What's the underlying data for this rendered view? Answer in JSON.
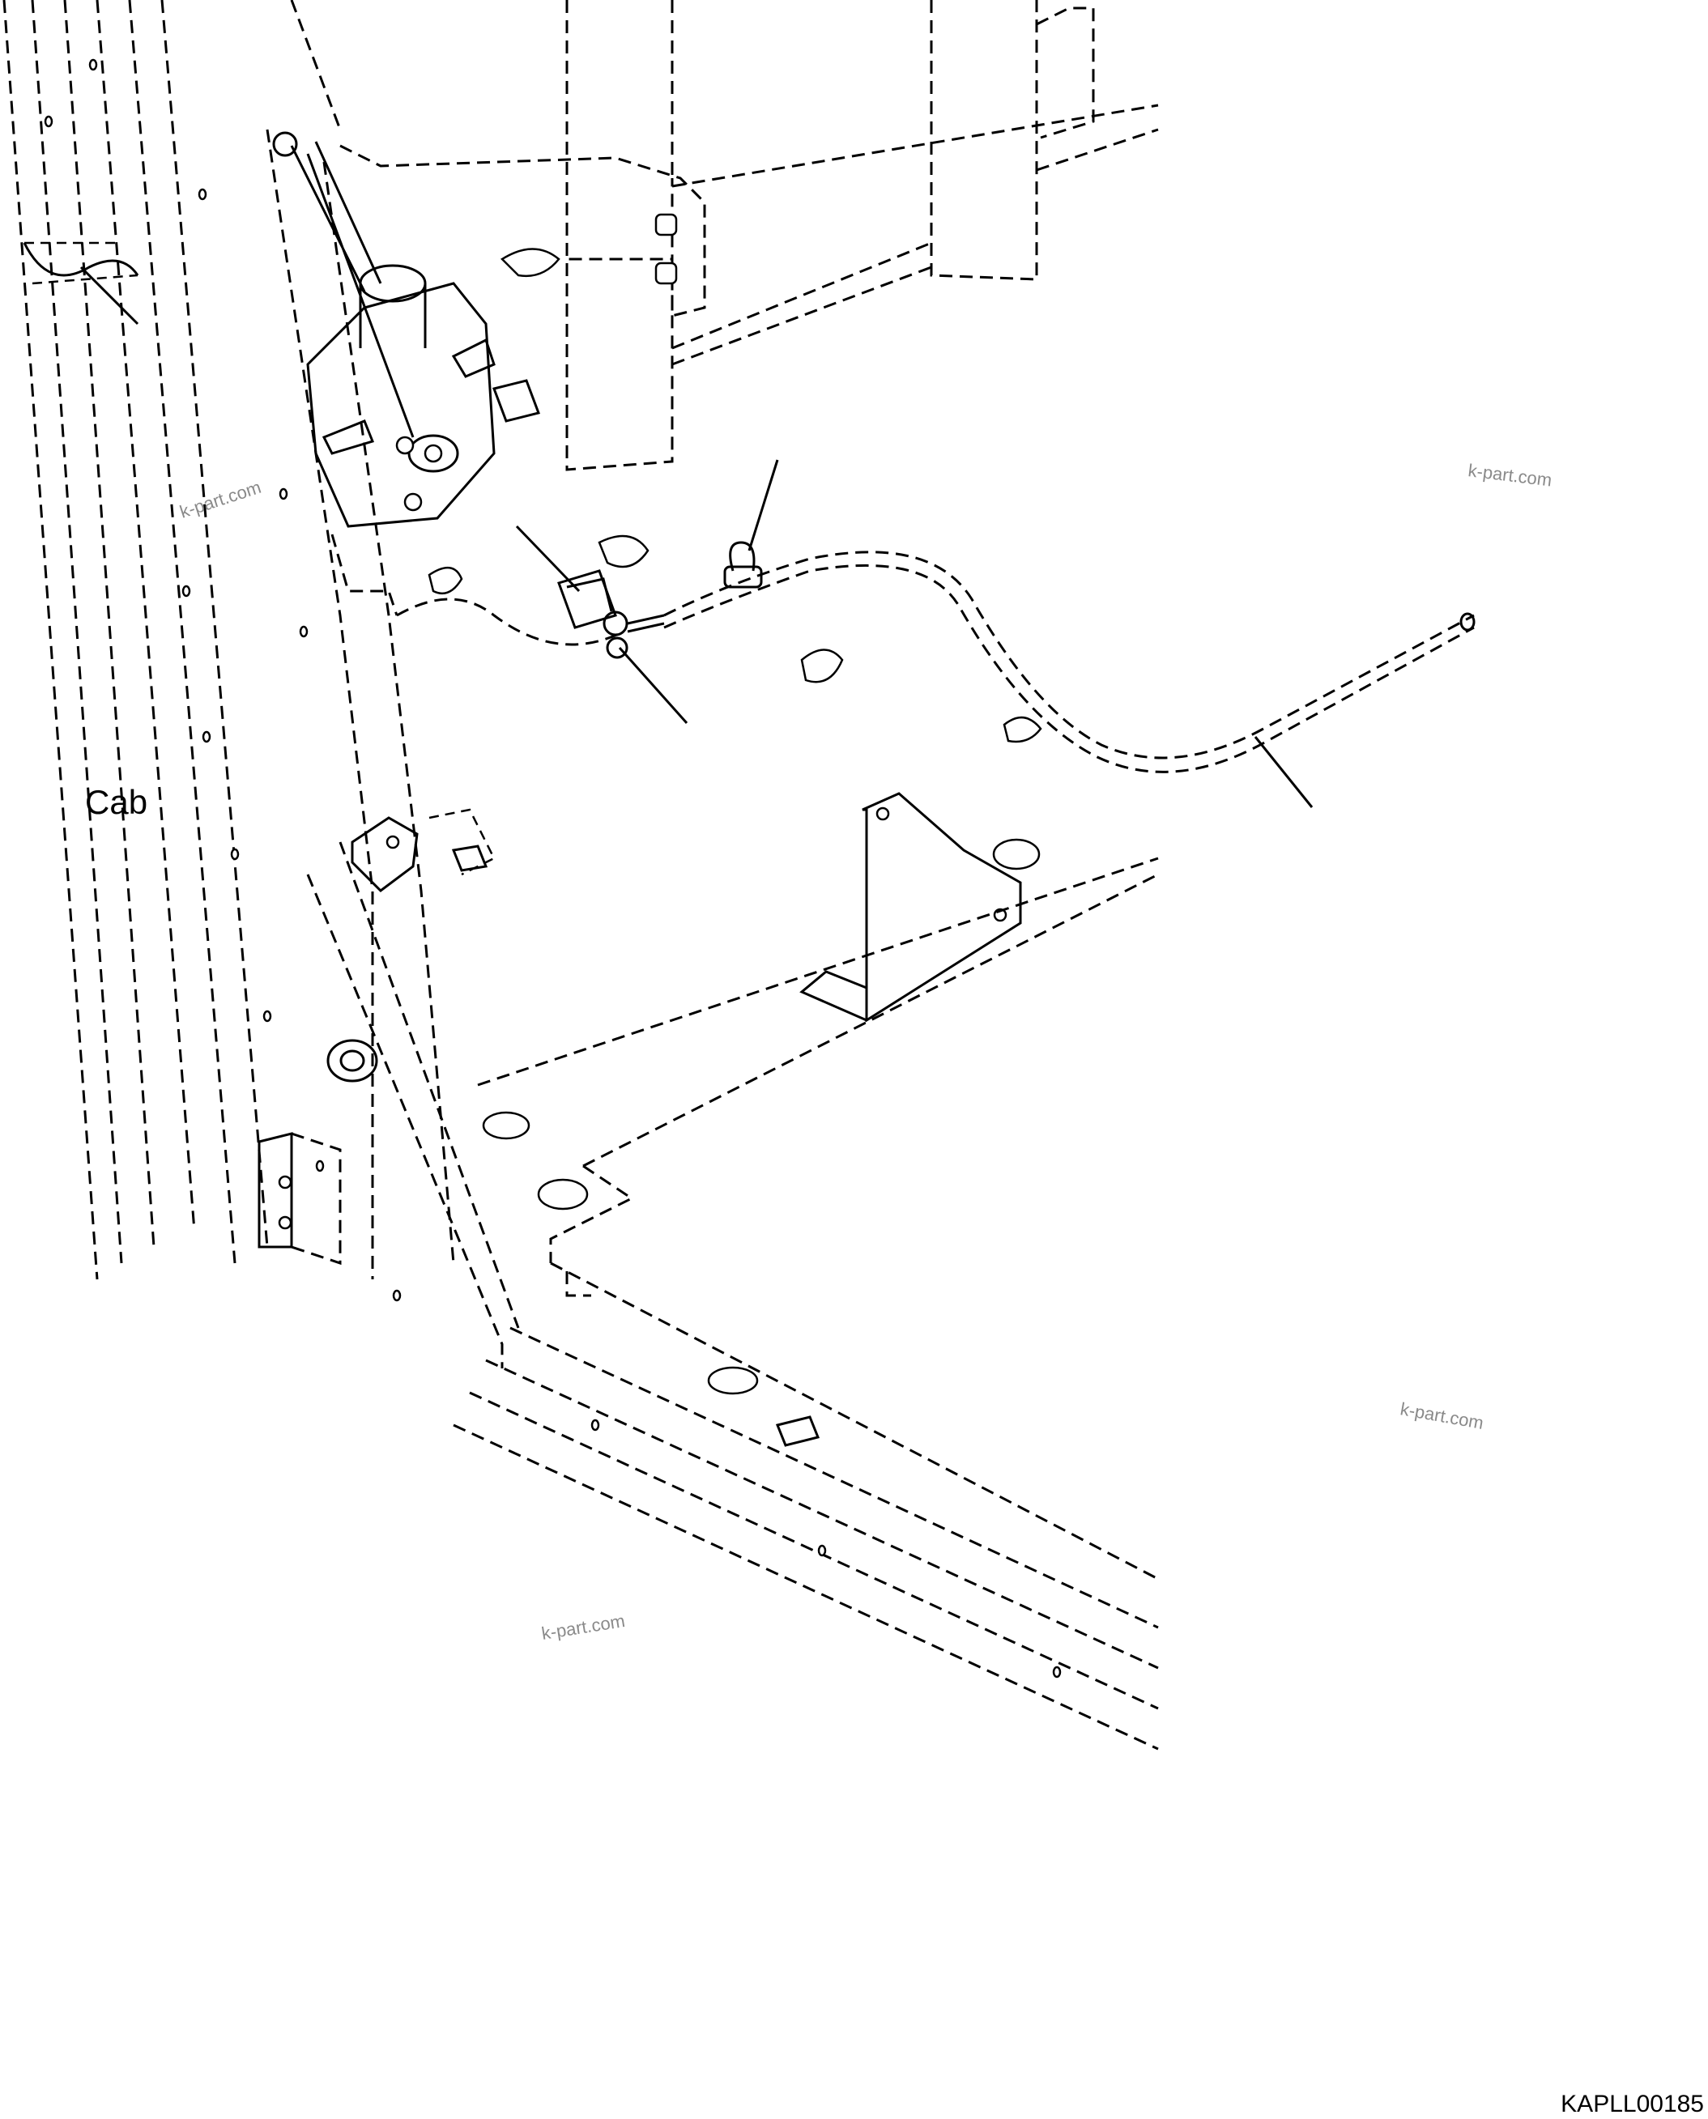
{
  "labels": {
    "cab": "Cab",
    "drawing_code": "KAPLL00185"
  },
  "watermarks": [
    "k-part.com",
    "k-part.com",
    "k-part.com",
    "k-part.com"
  ]
}
